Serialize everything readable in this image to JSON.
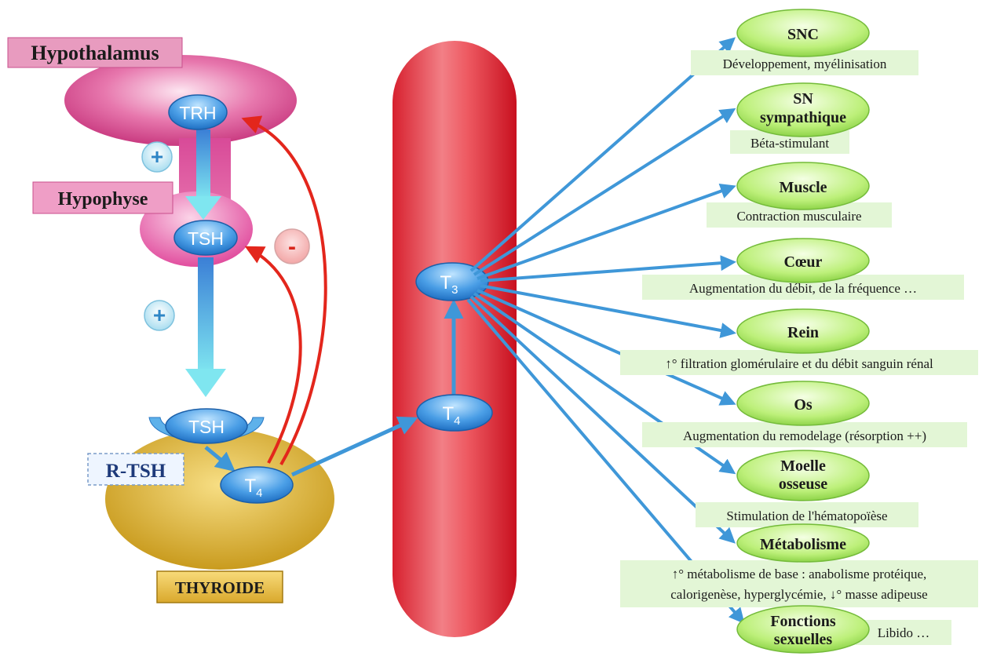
{
  "colors": {
    "hypothalamus": "#d9478f",
    "hypophyse": "#e85aa8",
    "label_pink": "#e89bbf",
    "thyroid": "#dcb232",
    "vessel": "#e33a42",
    "blue_node": "#3d8fdc",
    "arrow_blue": "#4a9fdc",
    "arrow_red": "#e3261c",
    "green_node": "#bff07a",
    "effect_box": "#e3f6d6"
  },
  "labels": {
    "hypothalamus": "Hypothalamus",
    "hypophyse": "Hypophyse",
    "thyroide": "THYROIDE",
    "r_tsh": "R-TSH",
    "plus1": "+",
    "plus2": "+",
    "minus": "-"
  },
  "nodes": {
    "trh": "TRH",
    "tsh_top": "TSH",
    "tsh_receptor": "TSH",
    "t4_gland": "T",
    "t4_gland_sub": "4",
    "t4_blood": "T",
    "t4_blood_sub": "4",
    "t3": "T",
    "t3_sub": "3"
  },
  "targets": [
    {
      "icon": "ellipse-green",
      "line1": "SNC",
      "line2": "",
      "effect1": "Développement, myélinisation",
      "effect2": ""
    },
    {
      "icon": "ellipse-green",
      "line1": "SN",
      "line2": "sympathique",
      "effect1": "Béta-stimulant",
      "effect2": ""
    },
    {
      "icon": "ellipse-green",
      "line1": "Muscle",
      "line2": "",
      "effect1": "Contraction musculaire",
      "effect2": ""
    },
    {
      "icon": "ellipse-green",
      "line1": "Cœur",
      "line2": "",
      "effect1": "Augmentation du débit, de la fréquence …",
      "effect2": ""
    },
    {
      "icon": "ellipse-green",
      "line1": "Rein",
      "line2": "",
      "effect1": "↑° filtration glomérulaire et du débit sanguin rénal",
      "effect2": ""
    },
    {
      "icon": "ellipse-green",
      "line1": "Os",
      "line2": "",
      "effect1": "Augmentation du remodelage (résorption ++)",
      "effect2": ""
    },
    {
      "icon": "ellipse-green",
      "line1": "Moelle",
      "line2": "osseuse",
      "effect1": "Stimulation de l'hématopoïèse",
      "effect2": ""
    },
    {
      "icon": "ellipse-green",
      "line1": "Métabolisme",
      "line2": "",
      "effect1": "↑° métabolisme de base : anabolisme protéique,",
      "effect2": "calorigenèse, hyperglycémie, ↓° masse adipeuse"
    },
    {
      "icon": "ellipse-green",
      "line1": "Fonctions",
      "line2": "sexuelles",
      "effect1": "Libido …",
      "effect2": ""
    }
  ]
}
